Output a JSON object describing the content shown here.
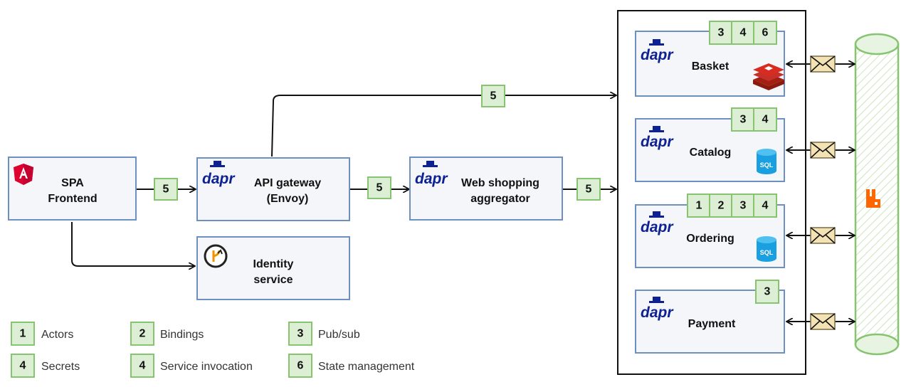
{
  "nodes": {
    "spa": {
      "line1": "SPA",
      "line2": "Frontend"
    },
    "gateway": {
      "line1": "API gateway",
      "line2": "(Envoy)"
    },
    "aggregator": {
      "line1": "Web shopping",
      "line2": "aggregator"
    },
    "identity": {
      "line1": "Identity",
      "line2": "service"
    },
    "basket": {
      "label": "Basket",
      "badges": [
        "3",
        "4",
        "6"
      ]
    },
    "catalog": {
      "label": "Catalog",
      "badges": [
        "3",
        "4"
      ]
    },
    "ordering": {
      "label": "Ordering",
      "badges": [
        "1",
        "2",
        "3",
        "4"
      ]
    },
    "payment": {
      "label": "Payment",
      "badges": [
        "3"
      ]
    }
  },
  "dapr_logo_text": "dapr",
  "sql_text": "SQL",
  "edge_badges": {
    "spa_to_gateway": "5",
    "gateway_to_aggregator": "5",
    "aggregator_to_services": "5",
    "gateway_to_basket": "5"
  },
  "legend": [
    {
      "num": "1",
      "text": "Actors"
    },
    {
      "num": "2",
      "text": "Bindings"
    },
    {
      "num": "3",
      "text": "Pub/sub"
    },
    {
      "num": "4",
      "text": "Secrets"
    },
    {
      "num": "4",
      "text": "Service invocation"
    },
    {
      "num": "6",
      "text": "State management"
    }
  ],
  "colors": {
    "box_fill": "#f4f6fa",
    "box_stroke": "#6e8fc2",
    "badge_fill": "#dcefd5",
    "badge_stroke": "#86c46f",
    "dapr_blue": "#0d2192",
    "angular_red": "#dd0031",
    "redis_red": "#c6302b",
    "sql_blue": "#1aa0e0",
    "envelope": "#f3e2b3",
    "eventbus_green": "#86c46f",
    "rabbitmq_orange": "#ff6600"
  }
}
